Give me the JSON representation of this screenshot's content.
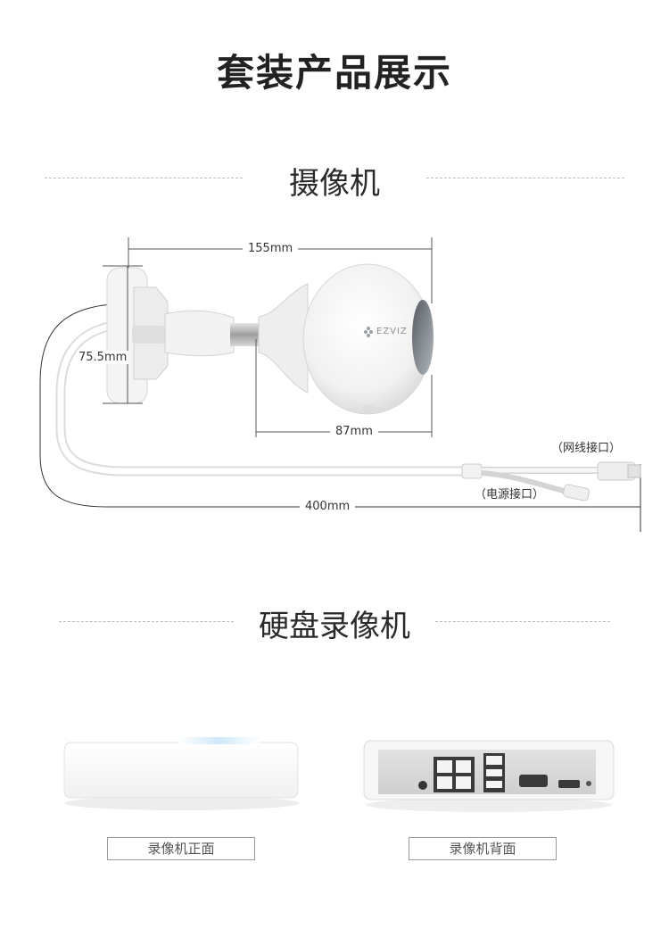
{
  "page": {
    "title": "套装产品展示"
  },
  "camera": {
    "heading": "摄像机",
    "brand": "EZVIZ",
    "dims": {
      "width": "155mm",
      "height": "75.5mm",
      "body_depth": "87mm",
      "cable": "400mm"
    },
    "ports": {
      "network": "（网线接口）",
      "power": "（电源接口）"
    }
  },
  "nvr": {
    "heading": "硬盘录像机",
    "front_caption": "录像机正面",
    "back_caption": "录像机背面"
  }
}
